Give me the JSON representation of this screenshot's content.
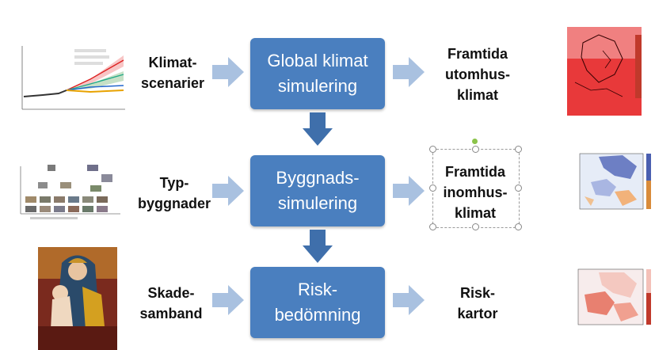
{
  "rows": [
    {
      "input_label": "Klimat-\nscenarier",
      "process_label": "Global klimat\nsimulering",
      "output_label": "Framtida\nutomhus-\nklimat"
    },
    {
      "input_label": "Typ-\nbyggnader",
      "process_label": "Byggnads-\nsimulering",
      "output_label": "Framtida\ninomhus-\nklimat"
    },
    {
      "input_label": "Skade-\nsamband",
      "process_label": "Risk-\nbedömning",
      "output_label": "Risk-\nkartor"
    }
  ],
  "colors": {
    "process_box": "#4a7fbf",
    "arrow_right": "#a9c1e0",
    "arrow_down": "#3f6fab"
  }
}
